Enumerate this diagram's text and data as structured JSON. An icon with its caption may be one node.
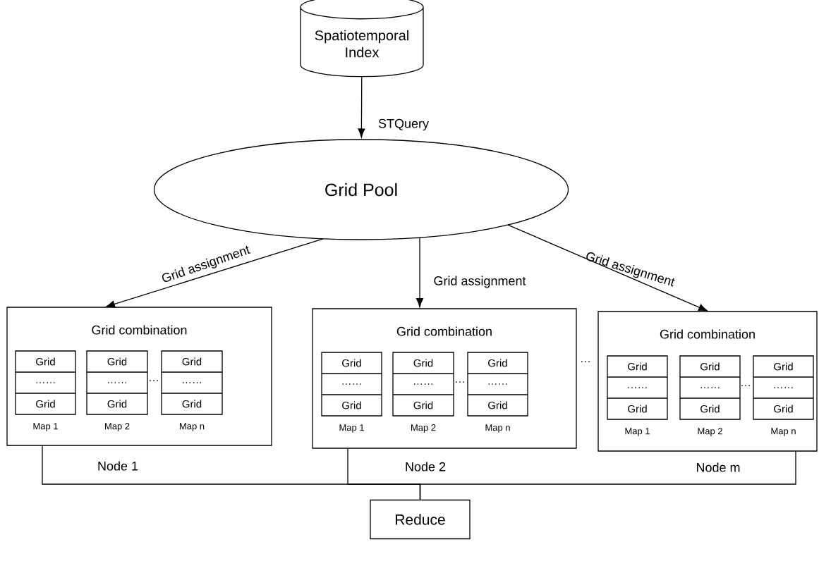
{
  "diagram": {
    "nodes": [
      {
        "text": [
          "Spatiotemporal Index"
        ]
      },
      {
        "text": [
          "Grid Pool"
        ]
      },
      {
        "text": [
          "Grid combination"
        ],
        "beside": [
          "Node 1"
        ]
      },
      {
        "text": [
          "Grid",
          "……",
          "Grid"
        ],
        "beside": [
          "Map 1"
        ],
        "in": 2
      },
      {
        "text": [
          "Grid",
          "……",
          "Grid"
        ],
        "beside": [
          "Map 2"
        ],
        "in": 2
      },
      {
        "text": [
          "Grid",
          "……",
          "Grid"
        ],
        "beside": [
          "Map n"
        ],
        "in": 2
      },
      {
        "text": [
          "Grid combination"
        ],
        "beside": [
          "Node 2"
        ]
      },
      {
        "text": [
          "Grid",
          "……",
          "Grid"
        ],
        "beside": [
          "Map 1"
        ],
        "in": 6
      },
      {
        "text": [
          "Grid",
          "……",
          "Grid"
        ],
        "beside": [
          "Map 2"
        ],
        "in": 6
      },
      {
        "text": [
          "Grid",
          "……",
          "Grid"
        ],
        "beside": [
          "Map n"
        ],
        "in": 6
      },
      {
        "text": [
          "Grid combination"
        ],
        "beside": [
          "Node m"
        ]
      },
      {
        "text": [
          "Grid",
          "……",
          "Grid"
        ],
        "beside": [
          "Map 1"
        ],
        "in": 10
      },
      {
        "text": [
          "Grid",
          "……",
          "Grid"
        ],
        "beside": [
          "Map 2"
        ],
        "in": 10
      },
      {
        "text": [
          "Grid",
          "……",
          "Grid"
        ],
        "beside": [
          "Map n"
        ],
        "in": 10
      },
      {
        "text": [
          "Reduce"
        ]
      }
    ],
    "edges": [
      {
        "from": 0,
        "to": 1,
        "arrow": "to",
        "label": "STQuery"
      },
      {
        "from": 1,
        "to": 2,
        "arrow": "to",
        "label": "Grid assignment"
      },
      {
        "from": 1,
        "to": 6,
        "arrow": "to",
        "label": "Grid assignment"
      },
      {
        "from": 1,
        "to": 10,
        "arrow": "to",
        "label": "Grid assignment"
      },
      {
        "from": 2,
        "to": 14,
        "arrow": "none"
      },
      {
        "from": 6,
        "to": 14,
        "arrow": "none"
      },
      {
        "from": 10,
        "to": 14,
        "arrow": "none"
      }
    ],
    "labels": [
      "…",
      "…",
      "…",
      "…"
    ]
  }
}
